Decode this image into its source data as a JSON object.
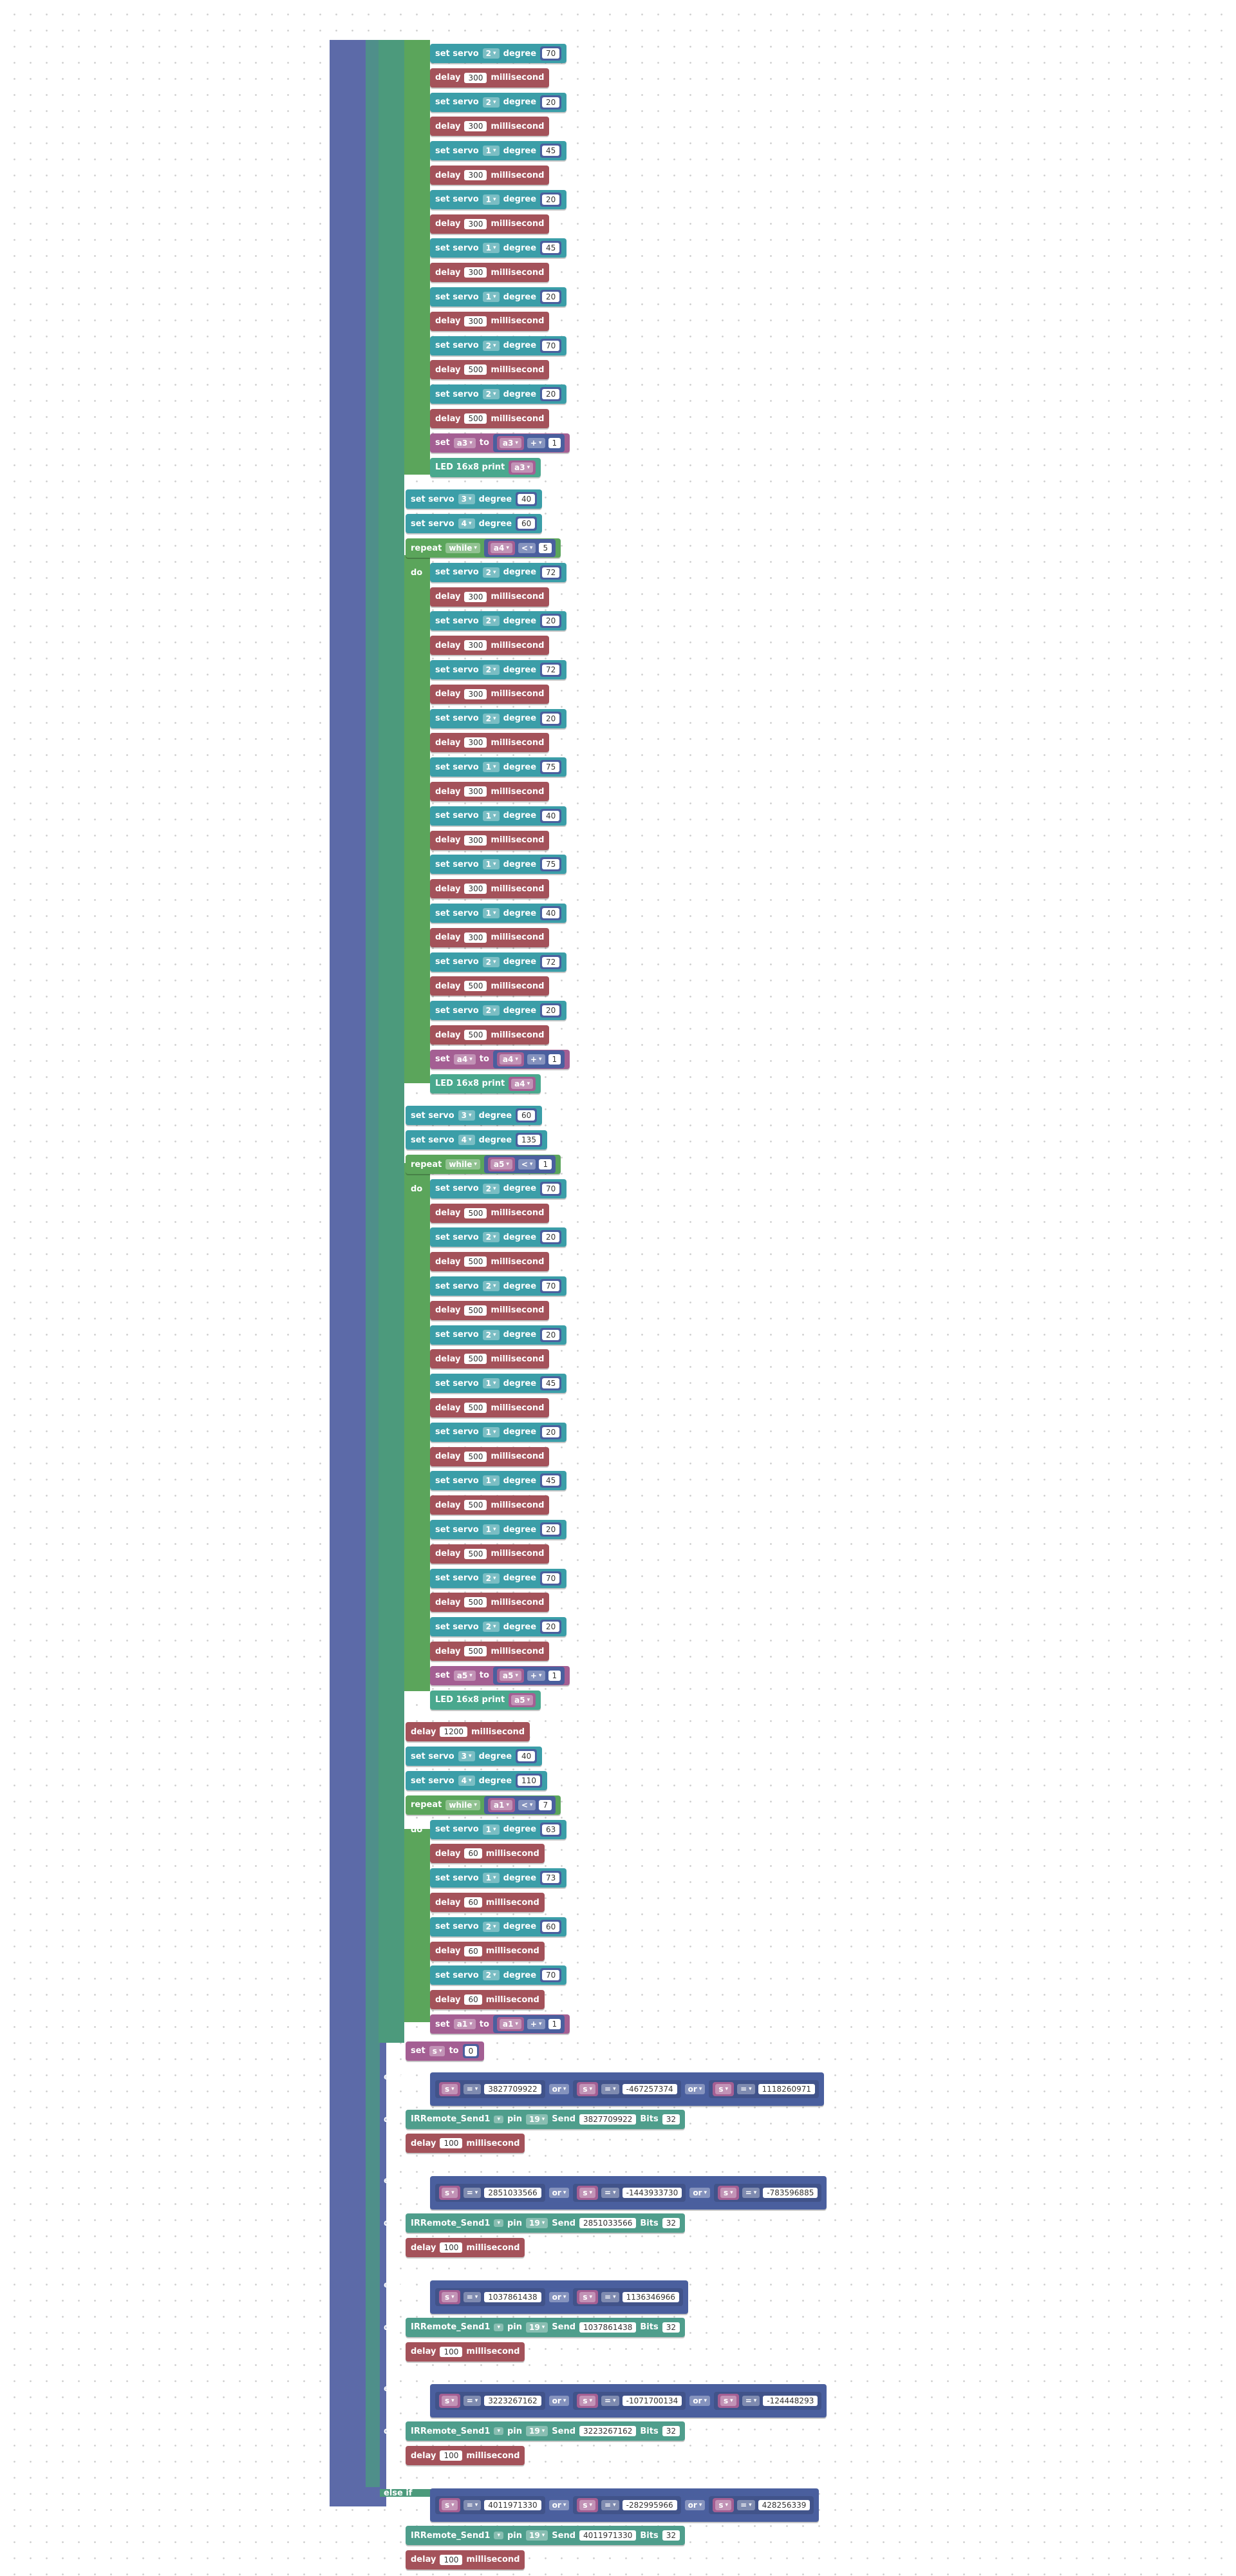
{
  "workspace": {
    "name": "blockly-workspace"
  },
  "labels": {
    "set_servo": "set servo",
    "degree": "degree",
    "delay": "delay",
    "millisecond": "millisecond",
    "set": "set",
    "to": "to",
    "led_print": "LED 16x8 print",
    "repeat": "repeat",
    "while": "while",
    "do": "do",
    "else_if": "else if",
    "or": "or",
    "pin": "pin",
    "send": "Send",
    "bits": "Bits",
    "ir_send": "IRRemote_Send1",
    "caret": "▾"
  },
  "colors": {
    "outer_bar": "#5c6aa8",
    "servo": "#3b9ea8",
    "delay": "#a4525a",
    "variable": "#a45f93",
    "control": "#5ba55b",
    "led": "#4aa88e",
    "condition": "#5a7da0"
  },
  "loop1_tail": {
    "steps": [
      {
        "type": "servo",
        "servo": "2",
        "deg": "70"
      },
      {
        "type": "delay",
        "ms": "300"
      },
      {
        "type": "servo",
        "servo": "2",
        "deg": "20"
      },
      {
        "type": "delay",
        "ms": "300"
      },
      {
        "type": "servo",
        "servo": "1",
        "deg": "45"
      },
      {
        "type": "delay",
        "ms": "300"
      },
      {
        "type": "servo",
        "servo": "1",
        "deg": "20"
      },
      {
        "type": "delay",
        "ms": "300"
      },
      {
        "type": "servo",
        "servo": "1",
        "deg": "45"
      },
      {
        "type": "delay",
        "ms": "300"
      },
      {
        "type": "servo",
        "servo": "1",
        "deg": "20"
      },
      {
        "type": "delay",
        "ms": "300"
      },
      {
        "type": "servo",
        "servo": "2",
        "deg": "70"
      },
      {
        "type": "delay",
        "ms": "500"
      },
      {
        "type": "servo",
        "servo": "2",
        "deg": "20"
      },
      {
        "type": "delay",
        "ms": "500"
      }
    ],
    "var": "a3",
    "op": "+",
    "inc": "1"
  },
  "pre2": [
    {
      "type": "servo",
      "servo": "3",
      "deg": "40"
    },
    {
      "type": "servo",
      "servo": "4",
      "deg": "60"
    }
  ],
  "loop2": {
    "var": "a4",
    "cmp": "<",
    "limit": "5",
    "steps": [
      {
        "type": "servo",
        "servo": "2",
        "deg": "72"
      },
      {
        "type": "delay",
        "ms": "300"
      },
      {
        "type": "servo",
        "servo": "2",
        "deg": "20"
      },
      {
        "type": "delay",
        "ms": "300"
      },
      {
        "type": "servo",
        "servo": "2",
        "deg": "72"
      },
      {
        "type": "delay",
        "ms": "300"
      },
      {
        "type": "servo",
        "servo": "2",
        "deg": "20"
      },
      {
        "type": "delay",
        "ms": "300"
      },
      {
        "type": "servo",
        "servo": "1",
        "deg": "75"
      },
      {
        "type": "delay",
        "ms": "300"
      },
      {
        "type": "servo",
        "servo": "1",
        "deg": "40"
      },
      {
        "type": "delay",
        "ms": "300"
      },
      {
        "type": "servo",
        "servo": "1",
        "deg": "75"
      },
      {
        "type": "delay",
        "ms": "300"
      },
      {
        "type": "servo",
        "servo": "1",
        "deg": "40"
      },
      {
        "type": "delay",
        "ms": "300"
      },
      {
        "type": "servo",
        "servo": "2",
        "deg": "72"
      },
      {
        "type": "delay",
        "ms": "500"
      },
      {
        "type": "servo",
        "servo": "2",
        "deg": "20"
      },
      {
        "type": "delay",
        "ms": "500"
      }
    ],
    "op": "+",
    "inc": "1"
  },
  "pre3": [
    {
      "type": "servo",
      "servo": "3",
      "deg": "60"
    },
    {
      "type": "servo",
      "servo": "4",
      "deg": "135"
    }
  ],
  "loop3": {
    "var": "a5",
    "cmp": "<",
    "limit": "1",
    "steps": [
      {
        "type": "servo",
        "servo": "2",
        "deg": "70"
      },
      {
        "type": "delay",
        "ms": "500"
      },
      {
        "type": "servo",
        "servo": "2",
        "deg": "20"
      },
      {
        "type": "delay",
        "ms": "500"
      },
      {
        "type": "servo",
        "servo": "2",
        "deg": "70"
      },
      {
        "type": "delay",
        "ms": "500"
      },
      {
        "type": "servo",
        "servo": "2",
        "deg": "20"
      },
      {
        "type": "delay",
        "ms": "500"
      },
      {
        "type": "servo",
        "servo": "1",
        "deg": "45"
      },
      {
        "type": "delay",
        "ms": "500"
      },
      {
        "type": "servo",
        "servo": "1",
        "deg": "20"
      },
      {
        "type": "delay",
        "ms": "500"
      },
      {
        "type": "servo",
        "servo": "1",
        "deg": "45"
      },
      {
        "type": "delay",
        "ms": "500"
      },
      {
        "type": "servo",
        "servo": "1",
        "deg": "20"
      },
      {
        "type": "delay",
        "ms": "500"
      },
      {
        "type": "servo",
        "servo": "2",
        "deg": "70"
      },
      {
        "type": "delay",
        "ms": "500"
      },
      {
        "type": "servo",
        "servo": "2",
        "deg": "20"
      },
      {
        "type": "delay",
        "ms": "500"
      }
    ],
    "op": "+",
    "inc": "1"
  },
  "pre4": [
    {
      "type": "delay",
      "ms": "1200"
    },
    {
      "type": "servo",
      "servo": "3",
      "deg": "40"
    },
    {
      "type": "servo",
      "servo": "4",
      "deg": "110"
    }
  ],
  "loop4": {
    "var": "a1",
    "cmp": "<",
    "limit": "7",
    "steps": [
      {
        "type": "servo",
        "servo": "1",
        "deg": "63"
      },
      {
        "type": "delay",
        "ms": "60"
      },
      {
        "type": "servo",
        "servo": "1",
        "deg": "73"
      },
      {
        "type": "delay",
        "ms": "60"
      },
      {
        "type": "servo",
        "servo": "2",
        "deg": "60"
      },
      {
        "type": "delay",
        "ms": "60"
      },
      {
        "type": "servo",
        "servo": "2",
        "deg": "70"
      },
      {
        "type": "delay",
        "ms": "60"
      }
    ],
    "op": "+",
    "inc": "1"
  },
  "reset": {
    "var": "s",
    "value": "0"
  },
  "elseifs": [
    {
      "var": "s",
      "eq": "=",
      "v1": "3827709922",
      "v2": "-467257374",
      "v3": "1118260971",
      "pin": "19",
      "send": "3827709922",
      "bits": "32",
      "delay": "100"
    },
    {
      "var": "s",
      "eq": "=",
      "v1": "2851033566",
      "v2": "-1443933730",
      "v3": "-783596885",
      "pin": "19",
      "send": "2851033566",
      "bits": "32",
      "delay": "100"
    },
    {
      "var": "s",
      "eq": "=",
      "v1": "1037861438",
      "v2": "1136346966",
      "v3": "",
      "pin": "19",
      "send": "1037861438",
      "bits": "32",
      "delay": "100"
    },
    {
      "var": "s",
      "eq": "=",
      "v1": "3223267162",
      "v2": "-1071700134",
      "v3": "-124448293",
      "pin": "19",
      "send": "3223267162",
      "bits": "32",
      "delay": "100"
    },
    {
      "var": "s",
      "eq": "=",
      "v1": "4011971330",
      "v2": "-282995966",
      "v3": "428256339",
      "pin": "19",
      "send": "4011971330",
      "bits": "32",
      "delay": "100"
    }
  ]
}
